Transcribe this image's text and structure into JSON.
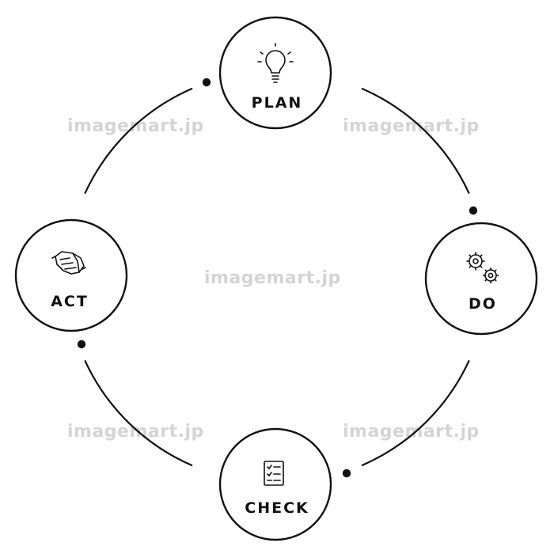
{
  "cycle": {
    "nodes": [
      {
        "id": "plan",
        "label": "PLAN",
        "icon": "lightbulb-icon"
      },
      {
        "id": "do",
        "label": "DO",
        "icon": "gears-icon"
      },
      {
        "id": "check",
        "label": "CHECK",
        "icon": "checklist-icon"
      },
      {
        "id": "act",
        "label": "ACT",
        "icon": "handshake-icon"
      }
    ],
    "line_color": "#111111",
    "background": "#ffffff"
  },
  "watermark": {
    "text": "imagemart.jp",
    "color": "#d4d4d4"
  }
}
